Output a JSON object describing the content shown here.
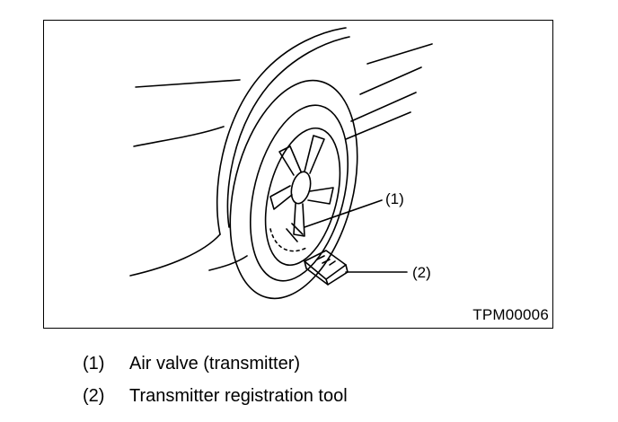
{
  "figure": {
    "callouts": [
      "(1)",
      "(2)"
    ],
    "code": "TPM00006"
  },
  "legend": [
    {
      "number": "(1)",
      "text": "Air valve (transmitter)"
    },
    {
      "number": "(2)",
      "text": "Transmitter registration tool"
    }
  ]
}
